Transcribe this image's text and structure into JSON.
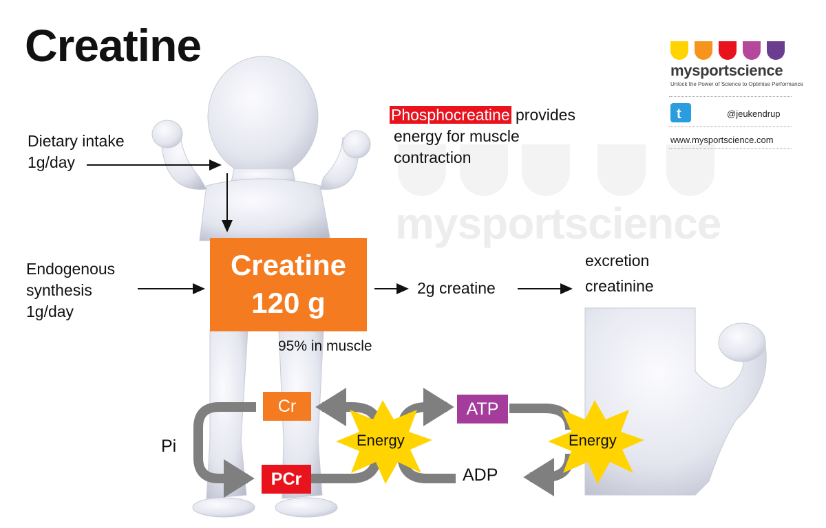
{
  "title": "Creatine",
  "dietary": {
    "line1": "Dietary intake",
    "line2": "1g/day"
  },
  "endogenous": {
    "line1": "Endogenous",
    "line2": "synthesis",
    "line3": "1g/day"
  },
  "creatine_box": {
    "line1": "Creatine",
    "line2": "120 g"
  },
  "muscle_note": "95% in muscle",
  "excretion": {
    "creatine": "2g creatine",
    "line1": "excretion",
    "line2": "creatinine"
  },
  "phospho": {
    "highlight": "Phosphocreatine",
    "rest1": " provides",
    "line2": "energy for muscle",
    "line3": "contraction"
  },
  "cycle": {
    "cr": "Cr",
    "pcr": "PCr",
    "pi": "Pi",
    "energy1": "Energy",
    "energy2": "Energy",
    "atp": "ATP",
    "adp": "ADP"
  },
  "logo": {
    "name": "mysportscience",
    "tagline": "Unlock the Power of Science to Optimise Performance",
    "twitter": "@jeukendrup",
    "website": "www.mysportscience.com",
    "watermark": "mysportscience"
  },
  "colors": {
    "orange": "#f47b20",
    "red": "#e8131c",
    "purple": "#a43c9c",
    "yellow": "#ffd400",
    "grey_arrow": "#7f7f7f",
    "logo_drops": [
      "#ffd400",
      "#f7941d",
      "#e8131c",
      "#b5489b",
      "#6a3d8f"
    ]
  }
}
